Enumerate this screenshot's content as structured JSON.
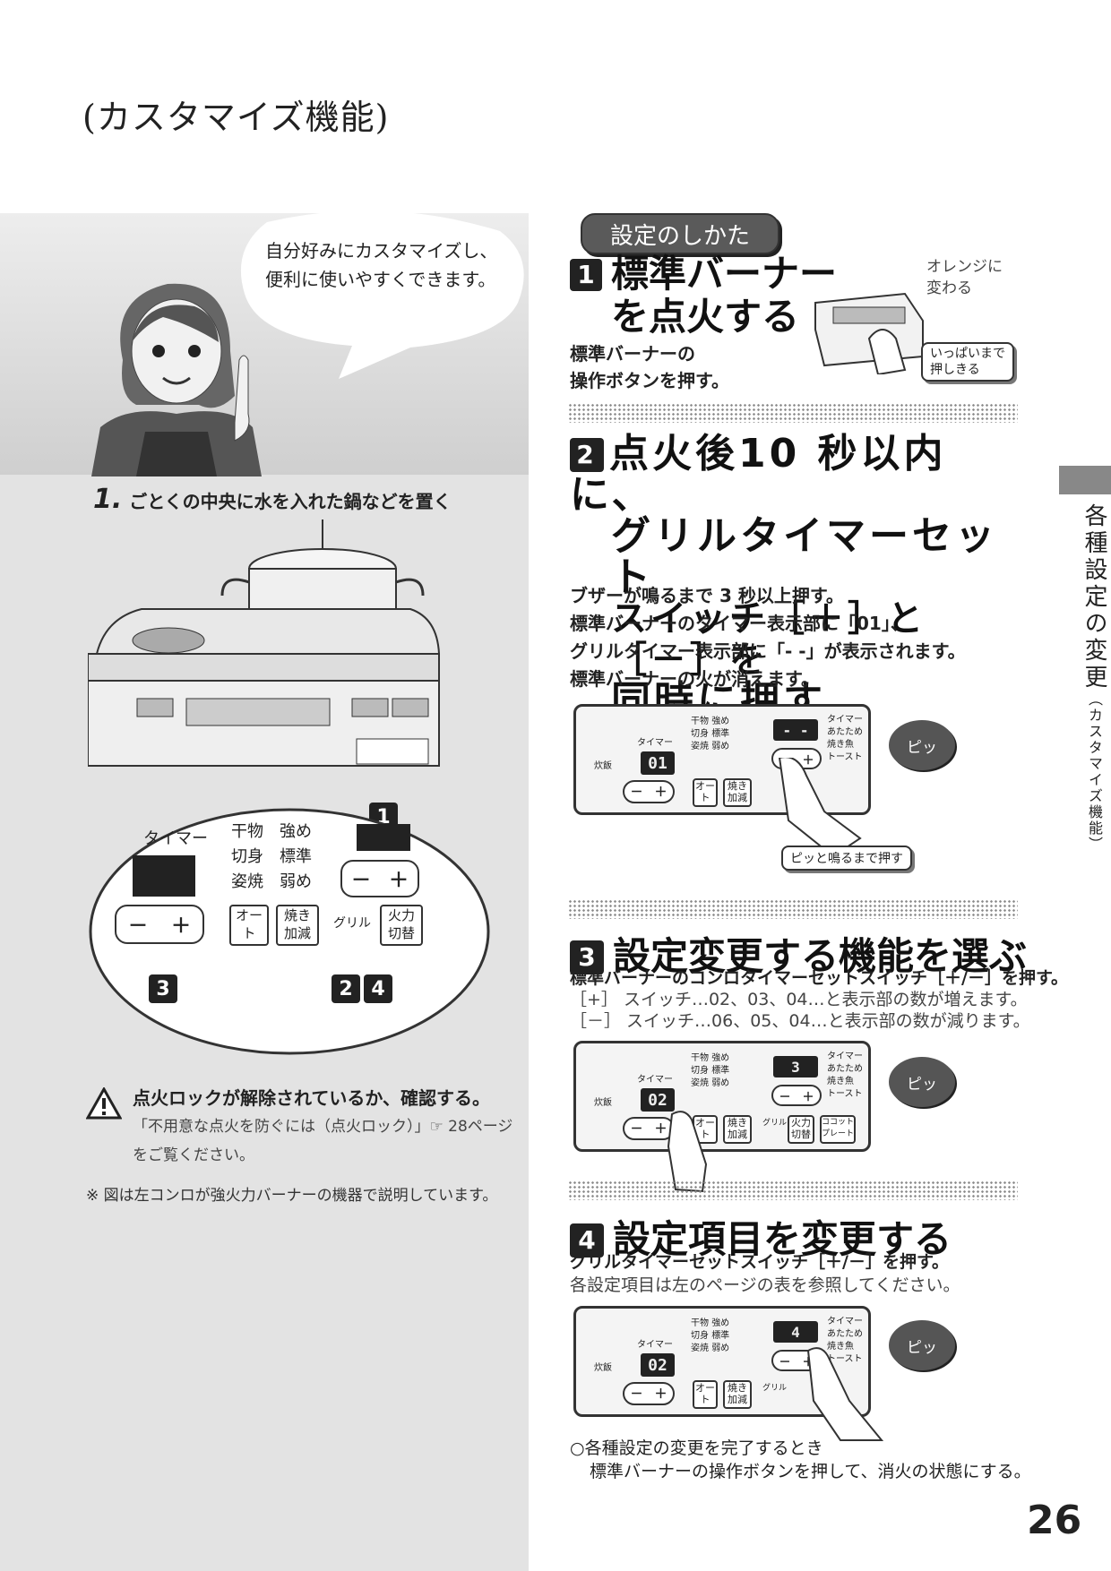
{
  "header": {
    "title": "(カスタマイズ機能)"
  },
  "left": {
    "speech": [
      "自分好みにカスタマイズし、",
      "便利に使いやすくできます。"
    ],
    "step1": {
      "num": "1.",
      "text": "ごとくの中央に水を入れた鍋などを置く"
    },
    "zoom": {
      "timer_label": "タイマー",
      "modes": [
        "干物",
        "強め",
        "切身",
        "標準",
        "姿焼",
        "弱め"
      ],
      "auto": "オート",
      "yaki": [
        "焼き",
        "加減"
      ],
      "grill": "グリル",
      "karyoku": [
        "火力",
        "切替"
      ],
      "minus": "－",
      "plus": "＋"
    },
    "badges": {
      "b1": "1",
      "b3": "3",
      "b2": "2",
      "b4": "4"
    },
    "warning": {
      "title": "点火ロックが解除されているか、確認する。",
      "line1": "「不用意な点火を防ぐには（点火ロック）」☞ 28ページ",
      "line2": "をご覧ください。"
    },
    "note": "※ 図は左コンロが強火力バーナーの機器で説明しています。"
  },
  "howto": {
    "label": "設定のしかた"
  },
  "step1": {
    "badge": "1",
    "title1": "標準バーナー",
    "title2": "を点火する",
    "desc1": "標準バーナーの",
    "desc2": "操作ボタンを押す。",
    "orange1": "オレンジに",
    "orange2": "変わる",
    "push1": "いっぱいまで",
    "push2": "押しきる"
  },
  "step2": {
    "badge": "2",
    "title": [
      "点火後10 秒以内に、",
      "グリルタイマーセット",
      "スイッチ［＋］と［－］を",
      "同時に押す"
    ],
    "desc": [
      "ブザーが鳴るまで 3 秒以上押す。",
      "標準バーナーのタイマー表示部に「01」、",
      "グリルタイマー表示部に「- -」が表示されます。",
      "標準バーナーの火が消えます。"
    ],
    "callout": "ピッと鳴るまで押す"
  },
  "step3": {
    "badge": "3",
    "title": "設定変更する機能を選ぶ",
    "desc": [
      "標準バーナーのコンロタイマーセットスイッチ［＋/－］を押す。",
      "［+］ スイッチ…02、03、04…と表示部の数が増えます。",
      "［－］ スイッチ…06、05、04…と表示部の数が減ります。"
    ]
  },
  "step4": {
    "badge": "4",
    "title": "設定項目を変更する",
    "desc": [
      "グリルタイマーセットスイッチ［＋/－］を押す。",
      "各設定項目は左のページの表を参照してください。"
    ]
  },
  "panels": [
    {
      "timer_label": "タイマー",
      "rice": "炊飯",
      "left_lcd": "01",
      "right_lcd": "- -"
    },
    {
      "timer_label": "タイマー",
      "rice": "炊飯",
      "left_lcd": "02",
      "right_lcd": "3"
    },
    {
      "timer_label": "タイマー",
      "rice": "炊飯",
      "left_lcd": "02",
      "right_lcd": "4"
    }
  ],
  "panel_labels": {
    "modes": [
      "干物",
      "強め",
      "切身",
      "標準",
      "姿焼",
      "弱め"
    ],
    "right_list": [
      "タイマー",
      "あたため",
      "焼き魚",
      "トースト"
    ],
    "auto": "オート",
    "yaki": [
      "焼き",
      "加減"
    ],
    "grill": "グリル",
    "karyoku": [
      "火力",
      "切替"
    ],
    "kocotto": [
      "ココット",
      "プレート"
    ],
    "minus": "－",
    "plus": "＋"
  },
  "pip": "ピッ",
  "done": {
    "line1": "○各種設定の変更を完了するとき",
    "line2": "標準バーナーの操作ボタンを押して、消火の状態にする。"
  },
  "side": {
    "main": "各種設定の変更",
    "sub": "（カスタマイズ機能）"
  },
  "page_number": "26"
}
